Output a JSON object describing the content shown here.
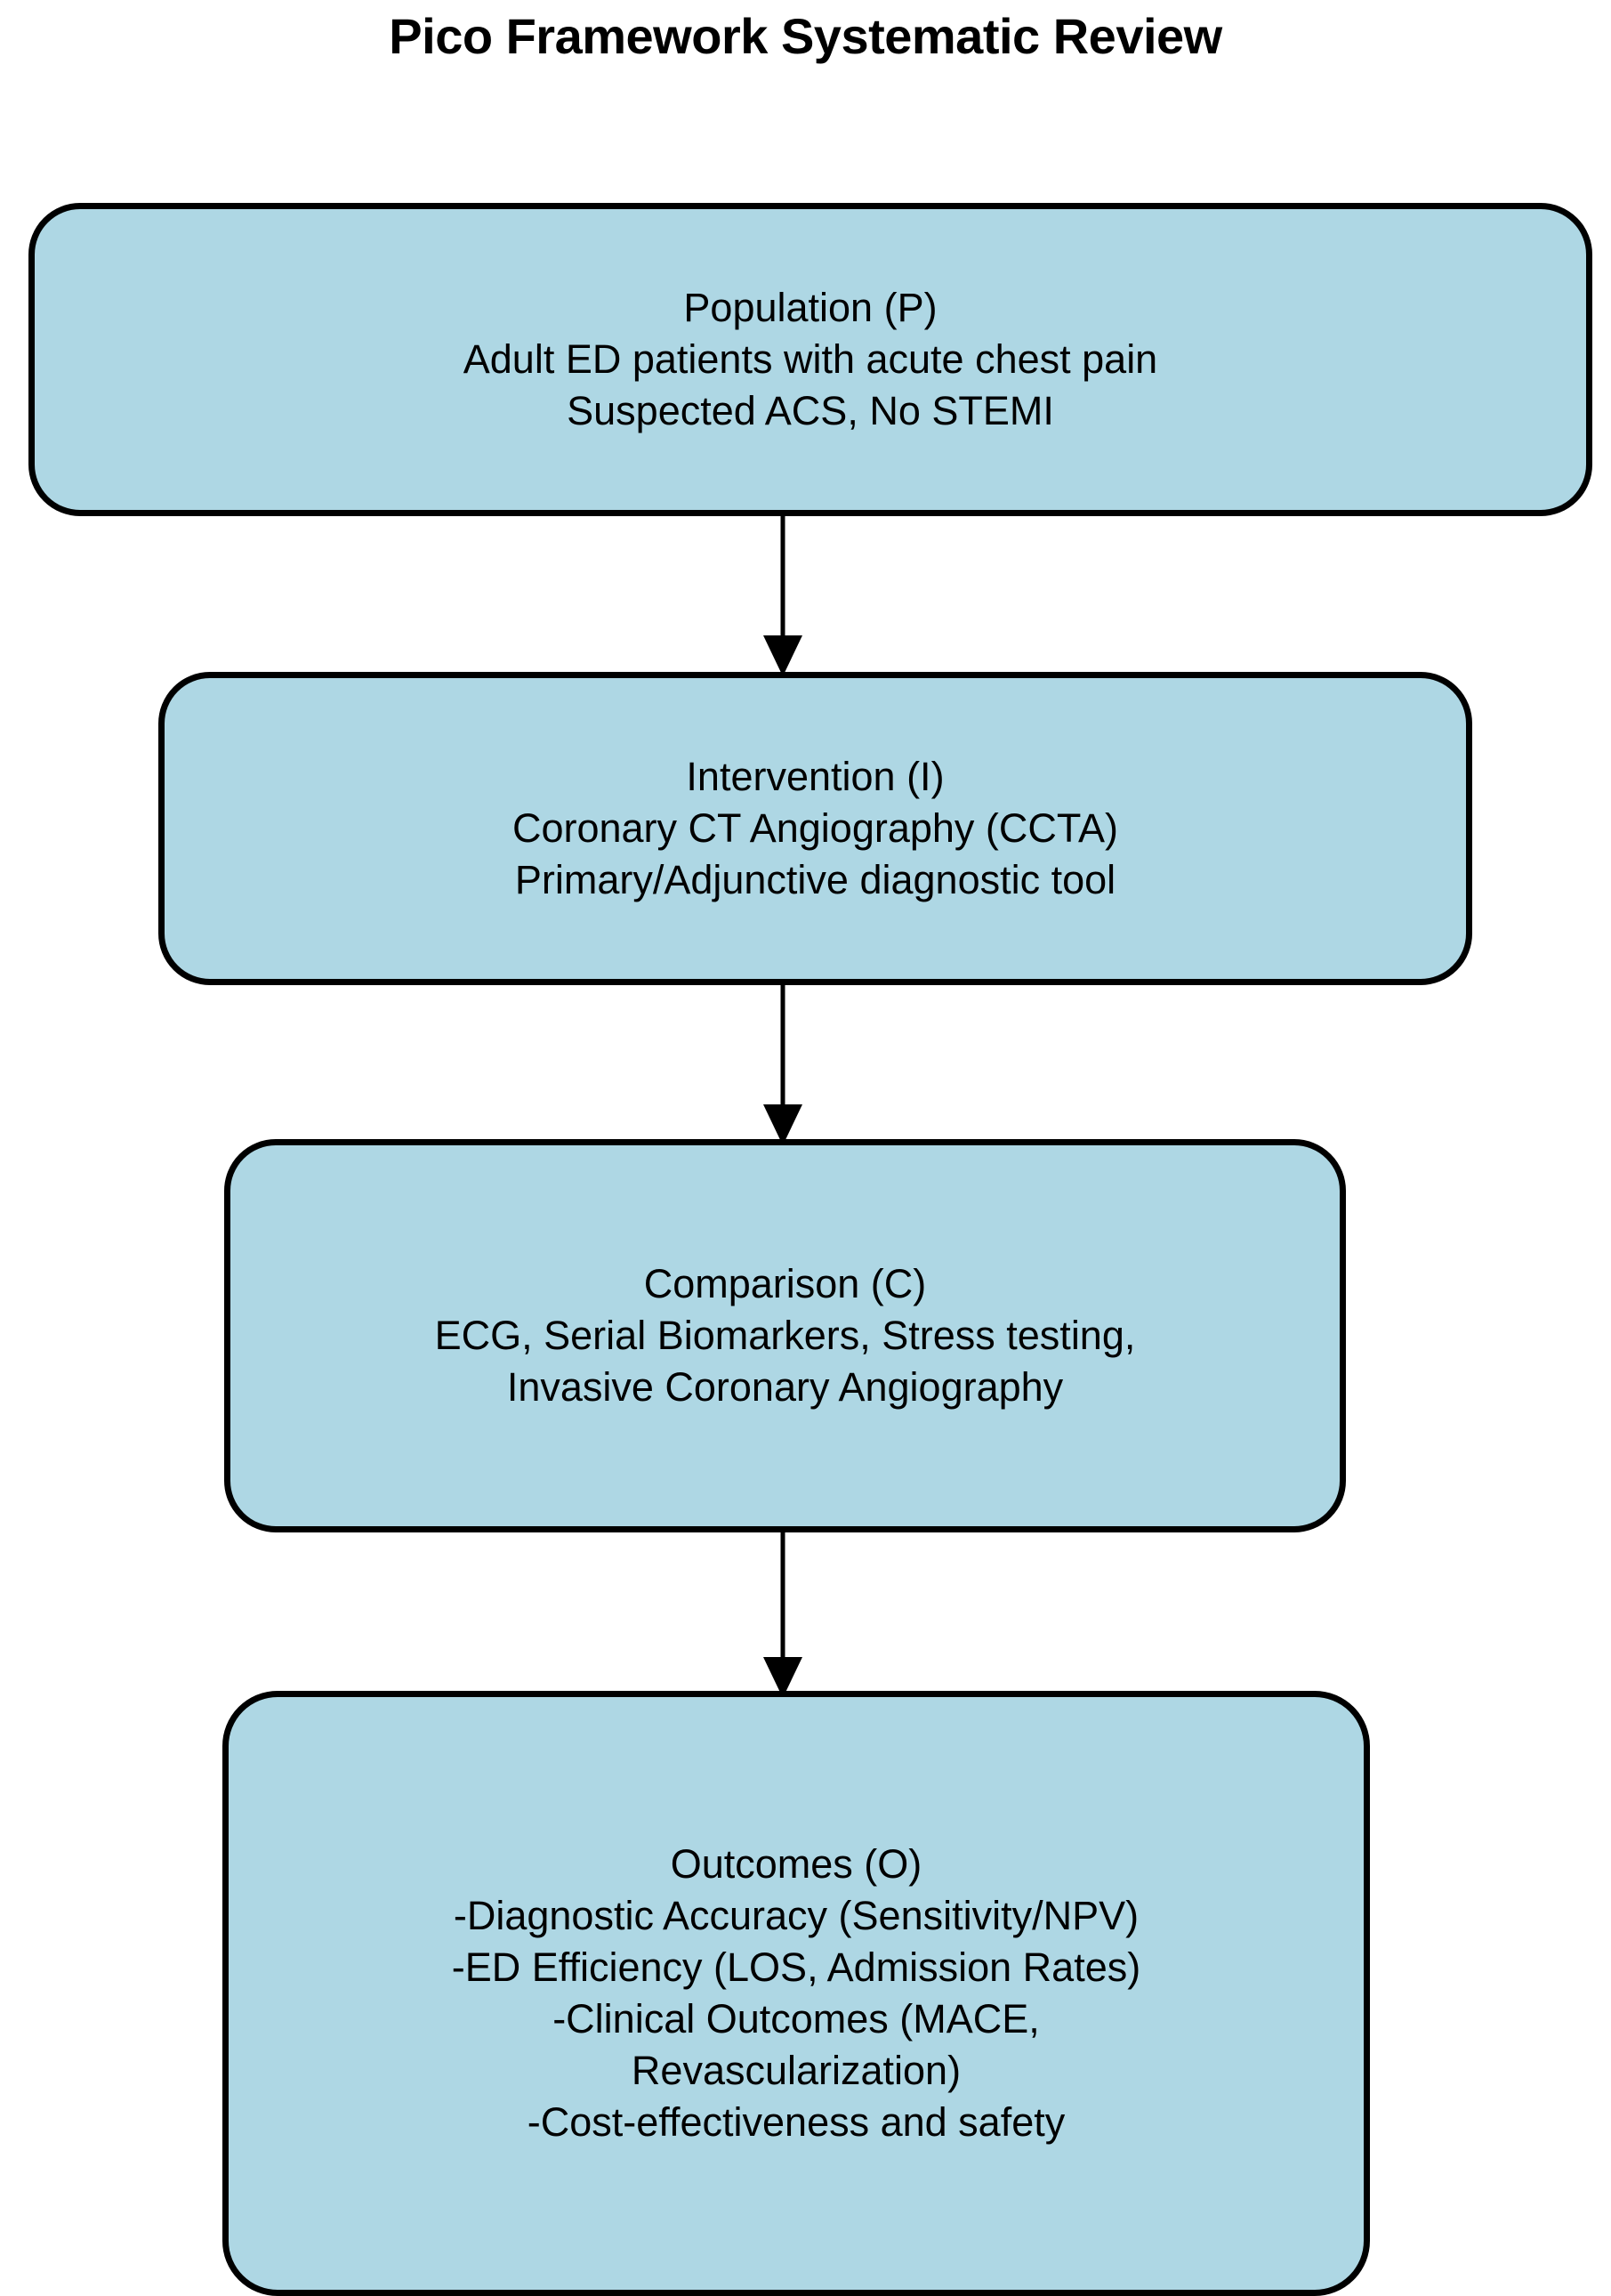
{
  "title": "Pico Framework Systematic Review",
  "colors": {
    "node_fill": "#aed7e4",
    "node_border": "#000000",
    "text": "#000000",
    "background": "#ffffff",
    "arrow": "#000000"
  },
  "chart_data": {
    "type": "flowchart",
    "title": "Pico Framework Systematic Review",
    "orientation": "vertical-top-to-bottom",
    "nodes": [
      {
        "id": "population",
        "shape": "rounded-rectangle",
        "lines": [
          "Population (P)",
          "Adult ED patients with acute chest pain",
          "Suspected ACS, No STEMI"
        ]
      },
      {
        "id": "intervention",
        "shape": "rounded-rectangle",
        "lines": [
          "Intervention (I)",
          "Coronary CT Angiography (CCTA)",
          "Primary/Adjunctive diagnostic tool"
        ]
      },
      {
        "id": "comparison",
        "shape": "rounded-rectangle",
        "lines": [
          "Comparison (C)",
          "ECG, Serial Biomarkers, Stress testing,",
          "Invasive Coronary Angiography"
        ]
      },
      {
        "id": "outcomes",
        "shape": "rounded-rectangle",
        "lines": [
          "Outcomes (O)",
          "-Diagnostic Accuracy (Sensitivity/NPV)",
          "-ED Efficiency (LOS, Admission Rates)",
          "-Clinical Outcomes (MACE,",
          "Revascularization)",
          "-Cost-effectiveness and safety"
        ]
      }
    ],
    "edges": [
      {
        "id": "edge-1",
        "from": "population",
        "to": "intervention",
        "style": "solid-arrow"
      },
      {
        "id": "edge-2",
        "from": "intervention",
        "to": "comparison",
        "style": "solid-arrow"
      },
      {
        "id": "edge-3",
        "from": "comparison",
        "to": "outcomes",
        "style": "solid-arrow"
      }
    ],
    "legend": null,
    "annotations": []
  },
  "nodes": {
    "population": {
      "line1": "Population (P)",
      "line2": "Adult ED patients with acute chest pain",
      "line3": "Suspected ACS, No STEMI"
    },
    "intervention": {
      "line1": "Intervention (I)",
      "line2": "Coronary CT Angiography (CCTA)",
      "line3": "Primary/Adjunctive diagnostic tool"
    },
    "comparison": {
      "line1": "Comparison (C)",
      "line2": "ECG, Serial Biomarkers, Stress testing,",
      "line3": "Invasive Coronary Angiography"
    },
    "outcomes": {
      "line1": "Outcomes (O)",
      "line2": "-Diagnostic Accuracy (Sensitivity/NPV)",
      "line3": "-ED Efficiency (LOS, Admission Rates)",
      "line4": "-Clinical Outcomes (MACE,",
      "line5": "Revascularization)",
      "line6": "-Cost-effectiveness and safety"
    }
  },
  "icons": {
    "arrow_down": "arrow-down-icon"
  }
}
